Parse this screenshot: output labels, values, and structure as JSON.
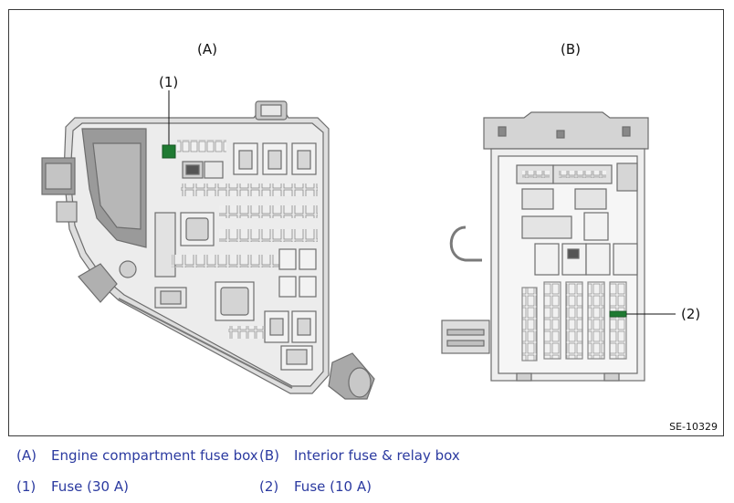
{
  "figure": {
    "label_a": "(A)",
    "label_b": "(B)",
    "callout_1": "(1)",
    "callout_2": "(2)",
    "code": "SE-10329",
    "highlight_color": "#1f7a32"
  },
  "legend": [
    {
      "key": "(A)",
      "text": "Engine compartment fuse box"
    },
    {
      "key": "(B)",
      "text": "Interior fuse & relay box"
    },
    {
      "key": "(1)",
      "text": "Fuse (30 A)"
    },
    {
      "key": "(2)",
      "text": "Fuse (10 A)"
    }
  ]
}
